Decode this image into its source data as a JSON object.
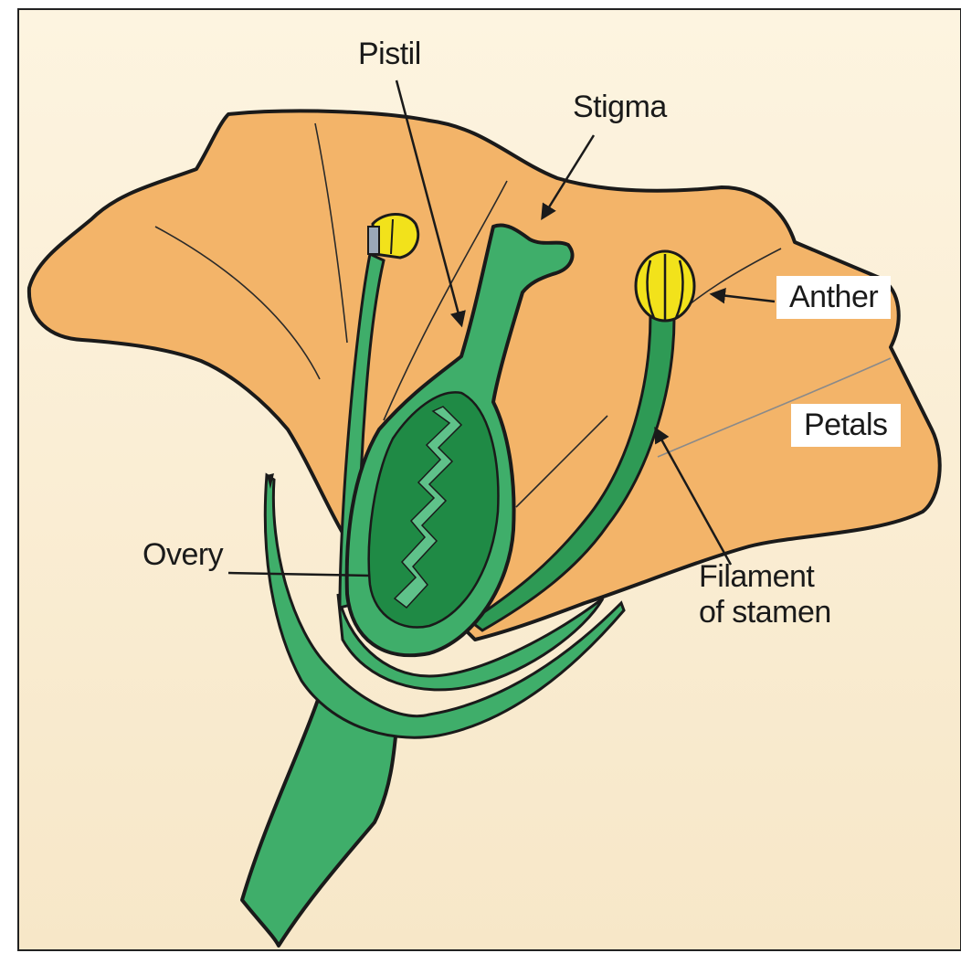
{
  "labels": {
    "pistil": "Pistil",
    "stigma": "Stigma",
    "anther": "Anther",
    "petals": "Petals",
    "overy": "Overy",
    "filament_line1": "Filament",
    "filament_line2": "of stamen"
  },
  "colors": {
    "background": "#fbf0d8",
    "petal": "#f3b469",
    "stem_green": "#3fae6a",
    "ovary_dark": "#1f8a45",
    "ovary_light": "#5fc28a",
    "anther_yellow": "#f2e21b",
    "outline": "#1a1a1a"
  }
}
